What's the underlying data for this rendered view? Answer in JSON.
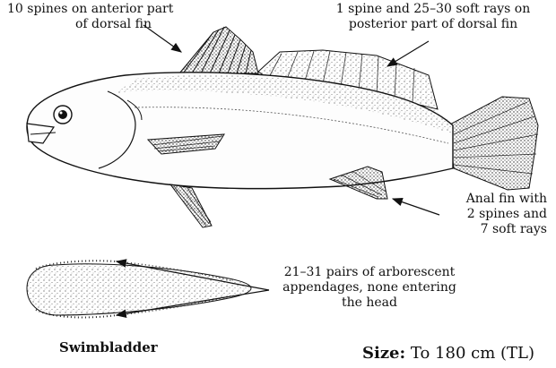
{
  "annotations": {
    "dorsal_anterior": [
      "10 spines on anterior part",
      "of dorsal fin"
    ],
    "dorsal_posterior": [
      "1 spine and 25–30 soft rays on",
      "posterior part of dorsal fin"
    ],
    "anal_fin": [
      "Anal fin with",
      "2 spines and",
      "7 soft rays"
    ],
    "swimbladder_appendages": [
      "21–31 pairs of arborescent",
      "appendages, none entering",
      "the head"
    ]
  },
  "swimbladder_title": "Swimbladder",
  "size": {
    "label": "Size:",
    "value": "To 180 cm (TL)"
  }
}
